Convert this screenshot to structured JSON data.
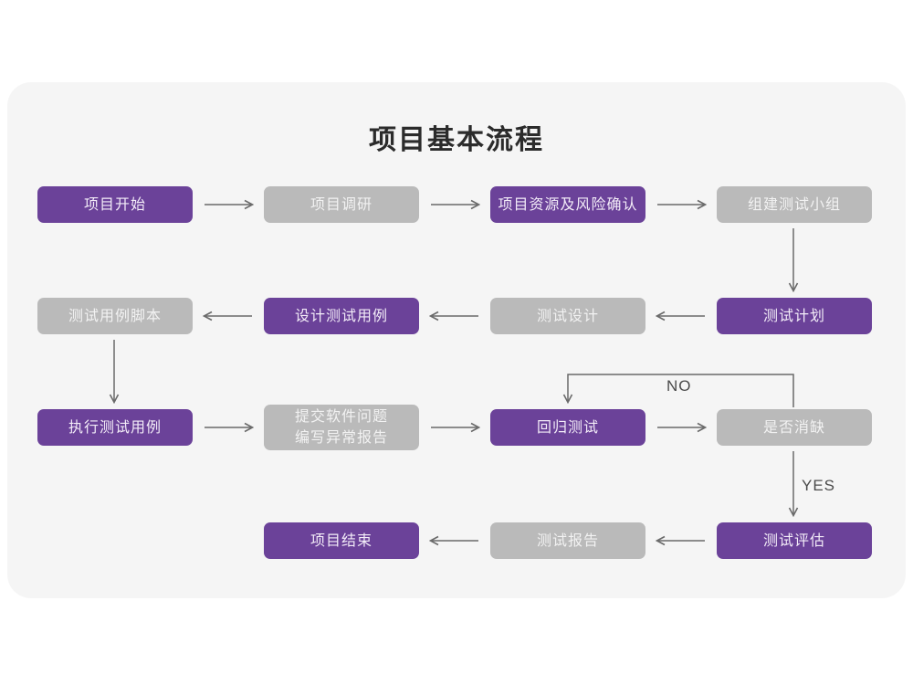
{
  "card": {
    "background": "#f5f5f5",
    "page_background": "#ffffff"
  },
  "title": "项目基本流程",
  "colors": {
    "purple": "#6b4299",
    "gray": "#bababa",
    "purple_text": "#f3ecf8",
    "gray_text": "#f2f2f2",
    "connector": "#6a6a6a",
    "title_text": "#2b2b2b",
    "label_text": "#4a4a4a"
  },
  "chart_data": {
    "type": "diagram",
    "title": "项目基本流程",
    "nodes": [
      {
        "id": "n1",
        "label": "项目开始",
        "style": "purple",
        "row": 1,
        "col": 1
      },
      {
        "id": "n2",
        "label": "项目调研",
        "style": "gray",
        "row": 1,
        "col": 2
      },
      {
        "id": "n3",
        "label": "项目资源及风险确认",
        "style": "purple",
        "row": 1,
        "col": 3
      },
      {
        "id": "n4",
        "label": "组建测试小组",
        "style": "gray",
        "row": 1,
        "col": 4
      },
      {
        "id": "n5",
        "label": "测试用例脚本",
        "style": "gray",
        "row": 2,
        "col": 1
      },
      {
        "id": "n6",
        "label": "设计测试用例",
        "style": "purple",
        "row": 2,
        "col": 2
      },
      {
        "id": "n7",
        "label": "测试设计",
        "style": "gray",
        "row": 2,
        "col": 3
      },
      {
        "id": "n8",
        "label": "测试计划",
        "style": "purple",
        "row": 2,
        "col": 4
      },
      {
        "id": "n9",
        "label": "执行测试用例",
        "style": "purple",
        "row": 3,
        "col": 1
      },
      {
        "id": "n10",
        "label": "提交软件问题\n编写异常报告",
        "style": "gray",
        "row": 3,
        "col": 2
      },
      {
        "id": "n11",
        "label": "回归测试",
        "style": "purple",
        "row": 3,
        "col": 3
      },
      {
        "id": "n12",
        "label": "是否消缺",
        "style": "gray",
        "row": 3,
        "col": 4
      },
      {
        "id": "n13",
        "label": "项目结束",
        "style": "purple",
        "row": 4,
        "col": 2
      },
      {
        "id": "n14",
        "label": "测试报告",
        "style": "gray",
        "row": 4,
        "col": 3
      },
      {
        "id": "n15",
        "label": "测试评估",
        "style": "purple",
        "row": 4,
        "col": 4
      }
    ],
    "edges": [
      {
        "from": "n1",
        "to": "n2",
        "label": "",
        "direction": "right"
      },
      {
        "from": "n2",
        "to": "n3",
        "label": "",
        "direction": "right"
      },
      {
        "from": "n3",
        "to": "n4",
        "label": "",
        "direction": "right"
      },
      {
        "from": "n4",
        "to": "n8",
        "label": "",
        "direction": "down"
      },
      {
        "from": "n8",
        "to": "n7",
        "label": "",
        "direction": "left"
      },
      {
        "from": "n7",
        "to": "n6",
        "label": "",
        "direction": "left"
      },
      {
        "from": "n6",
        "to": "n5",
        "label": "",
        "direction": "left"
      },
      {
        "from": "n5",
        "to": "n9",
        "label": "",
        "direction": "down"
      },
      {
        "from": "n9",
        "to": "n10",
        "label": "",
        "direction": "right"
      },
      {
        "from": "n10",
        "to": "n11",
        "label": "",
        "direction": "right"
      },
      {
        "from": "n11",
        "to": "n12",
        "label": "",
        "direction": "right"
      },
      {
        "from": "n12",
        "to": "n11",
        "label": "NO",
        "direction": "loop-up-left"
      },
      {
        "from": "n12",
        "to": "n15",
        "label": "YES",
        "direction": "down"
      },
      {
        "from": "n15",
        "to": "n14",
        "label": "",
        "direction": "left"
      },
      {
        "from": "n14",
        "to": "n13",
        "label": "",
        "direction": "left"
      }
    ],
    "edge_labels": [
      "NO",
      "YES"
    ]
  },
  "labels": {
    "no": "NO",
    "yes": "YES"
  }
}
